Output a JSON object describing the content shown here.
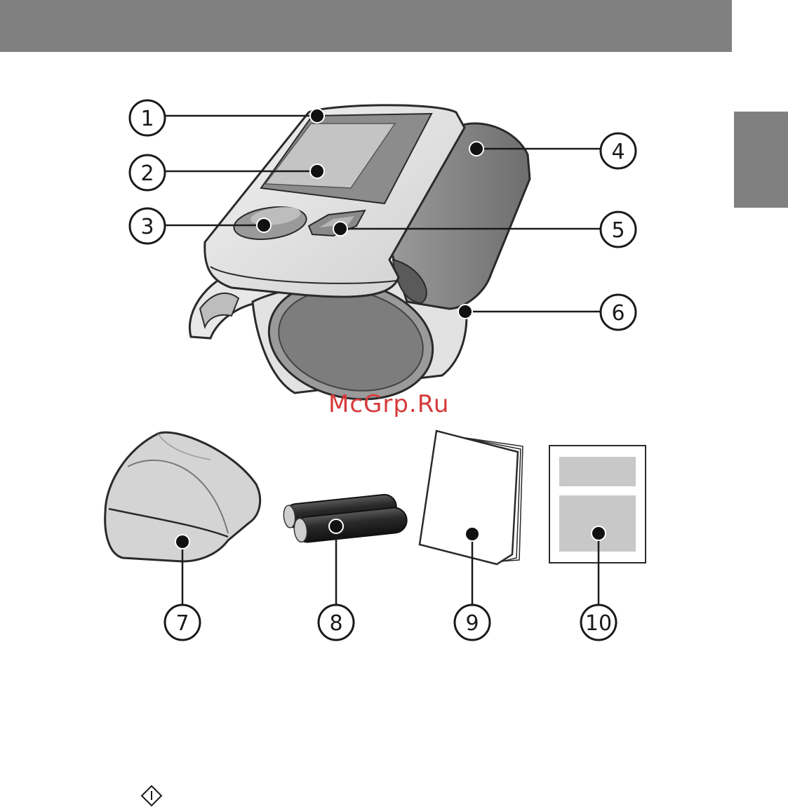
{
  "callouts": [
    {
      "id": "1",
      "label": "1"
    },
    {
      "id": "2",
      "label": "2"
    },
    {
      "id": "3",
      "label": "3"
    },
    {
      "id": "4",
      "label": "4"
    },
    {
      "id": "5",
      "label": "5"
    },
    {
      "id": "6",
      "label": "6"
    },
    {
      "id": "7",
      "label": "7"
    },
    {
      "id": "8",
      "label": "8"
    },
    {
      "id": "9",
      "label": "9"
    },
    {
      "id": "10",
      "label": "10"
    }
  ],
  "watermark": "McGrp.Ru",
  "colors": {
    "header_bar": "#808080",
    "side_tab": "#808080",
    "device_light": "#e4e4e4",
    "device_dark": "#8a8a8a",
    "watermark": "#d63a3a"
  },
  "icons": [
    "power-diamond-icon"
  ]
}
